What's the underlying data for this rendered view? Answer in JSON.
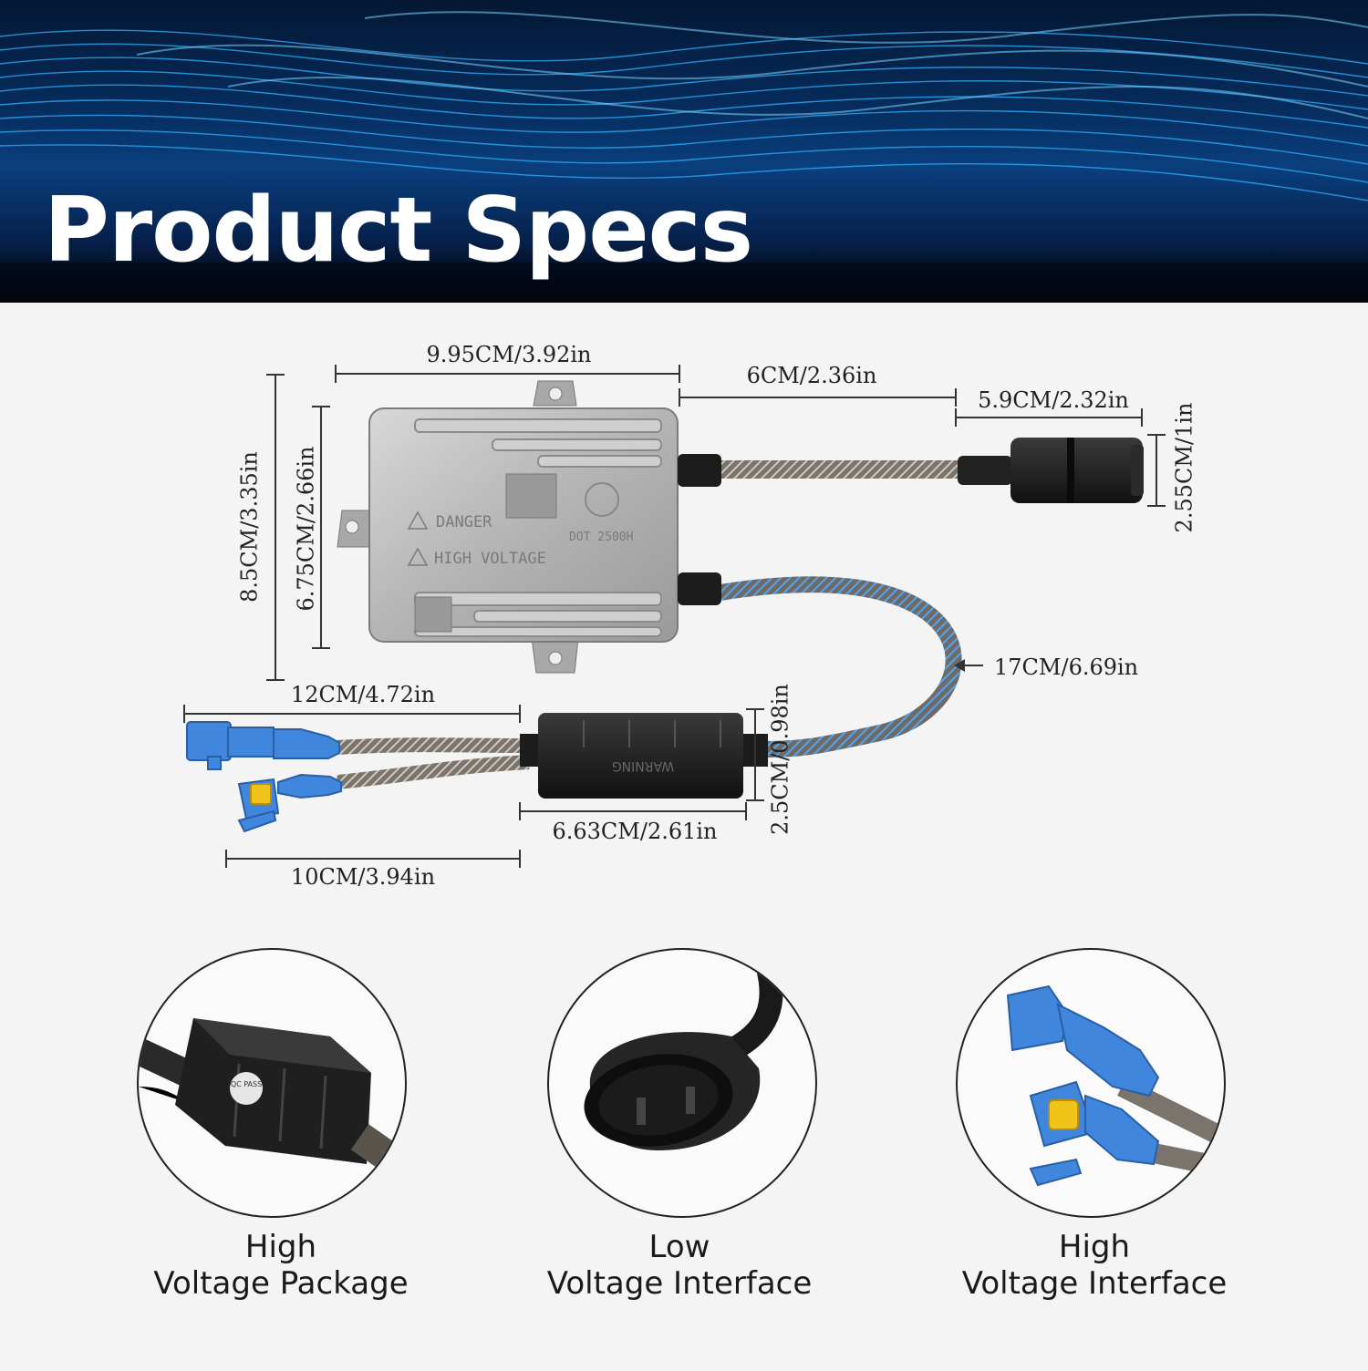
{
  "title": "Product Specs",
  "colors": {
    "banner": "#062c5c",
    "wave": "#29a8ff",
    "background": "#f4f4f4",
    "connector_blue": "#3f86dc"
  },
  "labels": {
    "dim_top": "9.95CM/3.92in",
    "dim_cable_top": "6CM/2.36in",
    "dim_plug_len": "5.9CM/2.32in",
    "dim_plug_h": "2.55CM/1in",
    "dim_total_h": "8.5CM/3.35in",
    "dim_body_h": "6.75CM/2.66in",
    "dim_loop": "17CM/6.69in",
    "dim_left_upper": "12CM/4.72in",
    "dim_left_lower": "10CM/3.94in",
    "dim_box_w": "6.63CM/2.61in",
    "dim_box_h": "2.5CM/0.98in",
    "ballast_warn1": "DANGER",
    "ballast_warn2": "HIGH VOLTAGE",
    "ballast_code": "DOT 2500H",
    "box_text": "WARNING",
    "qc_pass": "QC PASS"
  },
  "captions": [
    {
      "line1": "High",
      "line2": "Voltage Package"
    },
    {
      "line1": "Low",
      "line2": "Voltage Interface"
    },
    {
      "line1": "High",
      "line2": "Voltage Interface"
    }
  ]
}
